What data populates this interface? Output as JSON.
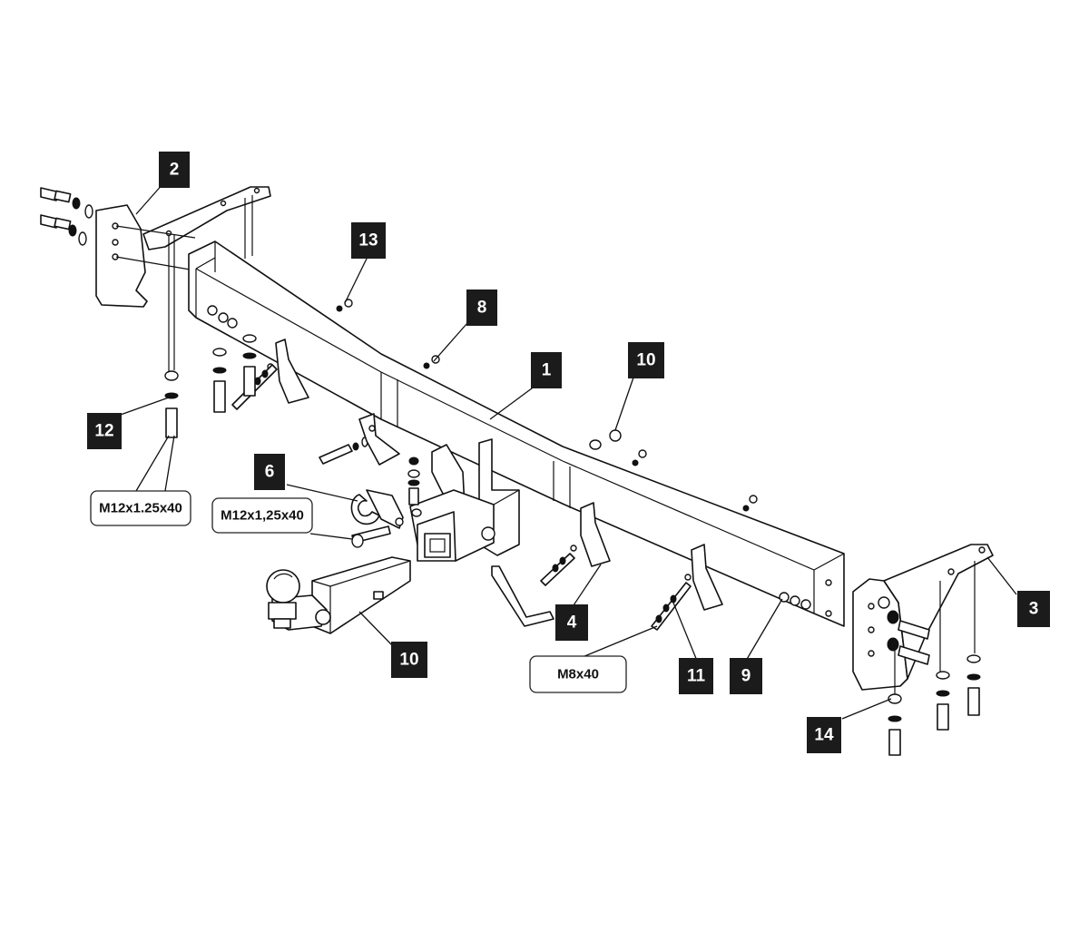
{
  "diagram": {
    "title": "Tow bar assembly exploded view",
    "callouts": {
      "c1": "1",
      "c2": "2",
      "c3": "3",
      "c4": "4",
      "c6": "6",
      "c8": "8",
      "c9": "9",
      "c10_top": "10",
      "c10_bottom": "10",
      "c11": "11",
      "c12": "12",
      "c13": "13",
      "c14": "14"
    },
    "specs": {
      "bolt_left": "M12x1.25x40",
      "bolt_center": "M12x1,25x40",
      "bolt_small": "M8x40"
    }
  }
}
